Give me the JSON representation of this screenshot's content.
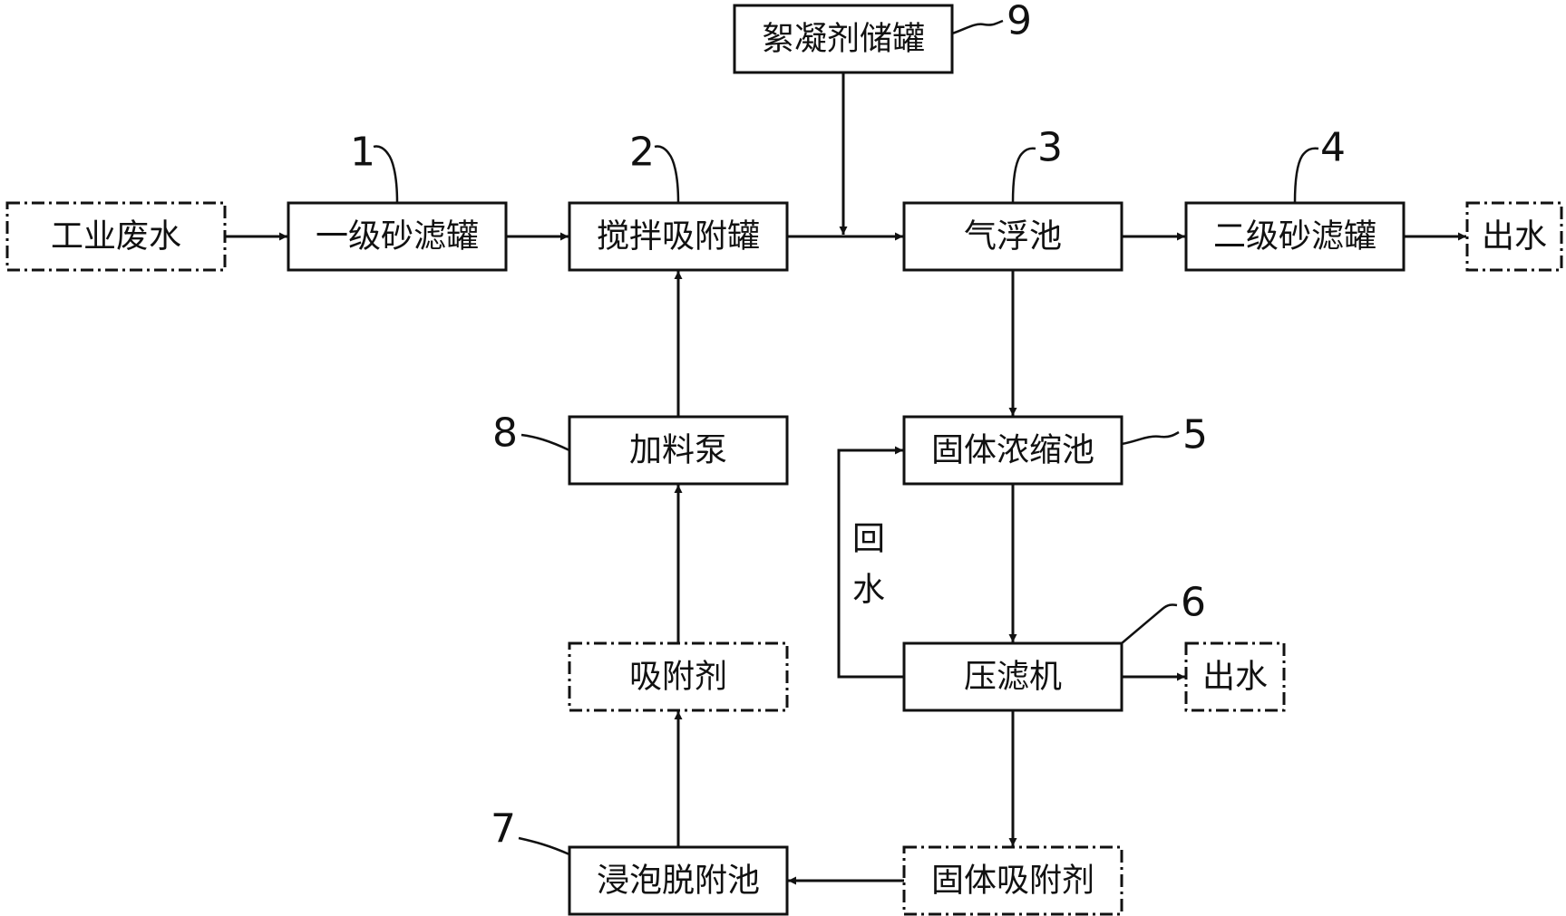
{
  "nodes": {
    "industrial_wastewater": "工业废水",
    "primary_sand_filter": "一级砂滤罐",
    "stirring_adsorption_tank": "搅拌吸附罐",
    "air_flotation_tank": "气浮池",
    "secondary_sand_filter": "二级砂滤罐",
    "outlet_water_1": "出水",
    "flocculant_storage_tank": "絮凝剂储罐",
    "feed_pump": "加料泵",
    "solid_thickening_tank": "固体浓缩池",
    "filter_press": "压滤机",
    "outlet_water_2": "出水",
    "adsorbent": "吸附剂",
    "soaking_desorption_tank": "浸泡脱附池",
    "solid_adsorbent": "固体吸附剂"
  },
  "labels": {
    "return_water_1": "回",
    "return_water_2": "水"
  },
  "callouts": {
    "n1": "1",
    "n2": "2",
    "n3": "3",
    "n4": "4",
    "n5": "5",
    "n6": "6",
    "n7": "7",
    "n8": "8",
    "n9": "9"
  }
}
